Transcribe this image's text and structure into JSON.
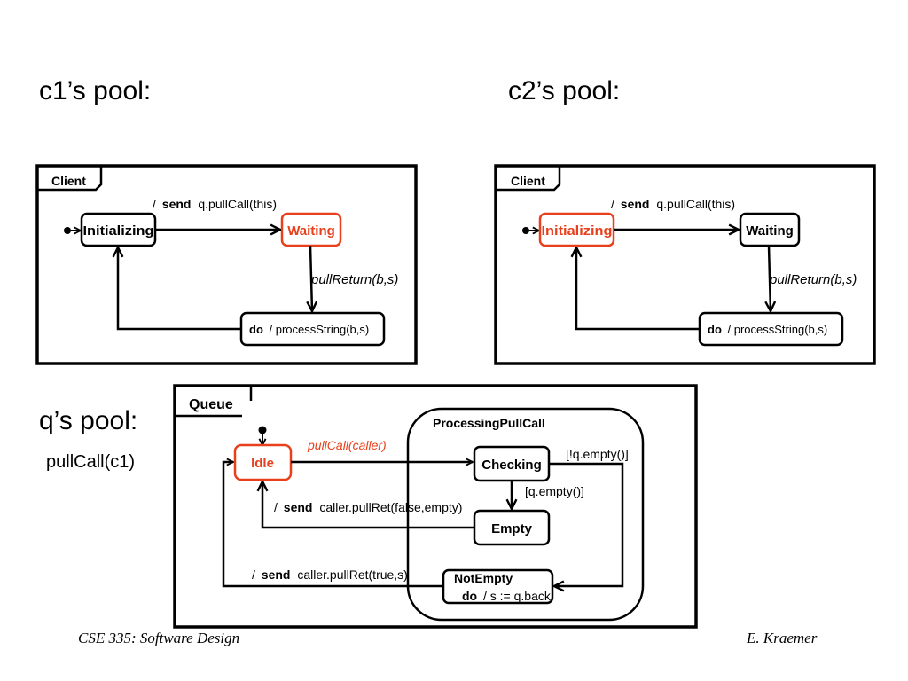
{
  "headings": {
    "c1_pool": "c1’s pool:",
    "c2_pool": "c2’s pool:",
    "q_pool": "q’s pool:",
    "q_pool_content": "pullCall(c1)"
  },
  "colors": {
    "active": "#e8401c",
    "line": "#000000"
  },
  "client1": {
    "frame_label": "Client",
    "transition_slash": "/",
    "transition_keyword": "send",
    "transition_action": "q.pullCall(this)",
    "states": {
      "initializing": "Initializing",
      "waiting": "Waiting",
      "processing_keyword": "do",
      "processing_action": "/ processString(b,s)"
    },
    "event_pullreturn": "pullReturn(b,s)",
    "active_state": "Waiting"
  },
  "client2": {
    "frame_label": "Client",
    "transition_slash": "/",
    "transition_keyword": "send",
    "transition_action": "q.pullCall(this)",
    "states": {
      "initializing": "Initializing",
      "waiting": "Waiting",
      "processing_keyword": "do",
      "processing_action": "/ processString(b,s)"
    },
    "event_pullreturn": "pullReturn(b,s)",
    "active_state": "Initializing"
  },
  "queue": {
    "frame_label": "Queue",
    "composite_label": "ProcessingPullCall",
    "states": {
      "idle": "Idle",
      "checking": "Checking",
      "empty": "Empty",
      "notempty": "NotEmpty",
      "notempty_keyword": "do",
      "notempty_action": "/ s := q.back"
    },
    "event_pullcall": "pullCall(caller)",
    "guard_not_empty": "[!q.empty()]",
    "guard_empty": "[q.empty()]",
    "send_false_slash": "/",
    "send_false_keyword": "send",
    "send_false_action": "caller.pullRet(false,empty)",
    "send_true_slash": "/",
    "send_true_keyword": "send",
    "send_true_action": "caller.pullRet(true,s)",
    "active_state": "Idle"
  },
  "footer": {
    "course": "CSE 335: Software Design",
    "author": "E. Kraemer"
  }
}
